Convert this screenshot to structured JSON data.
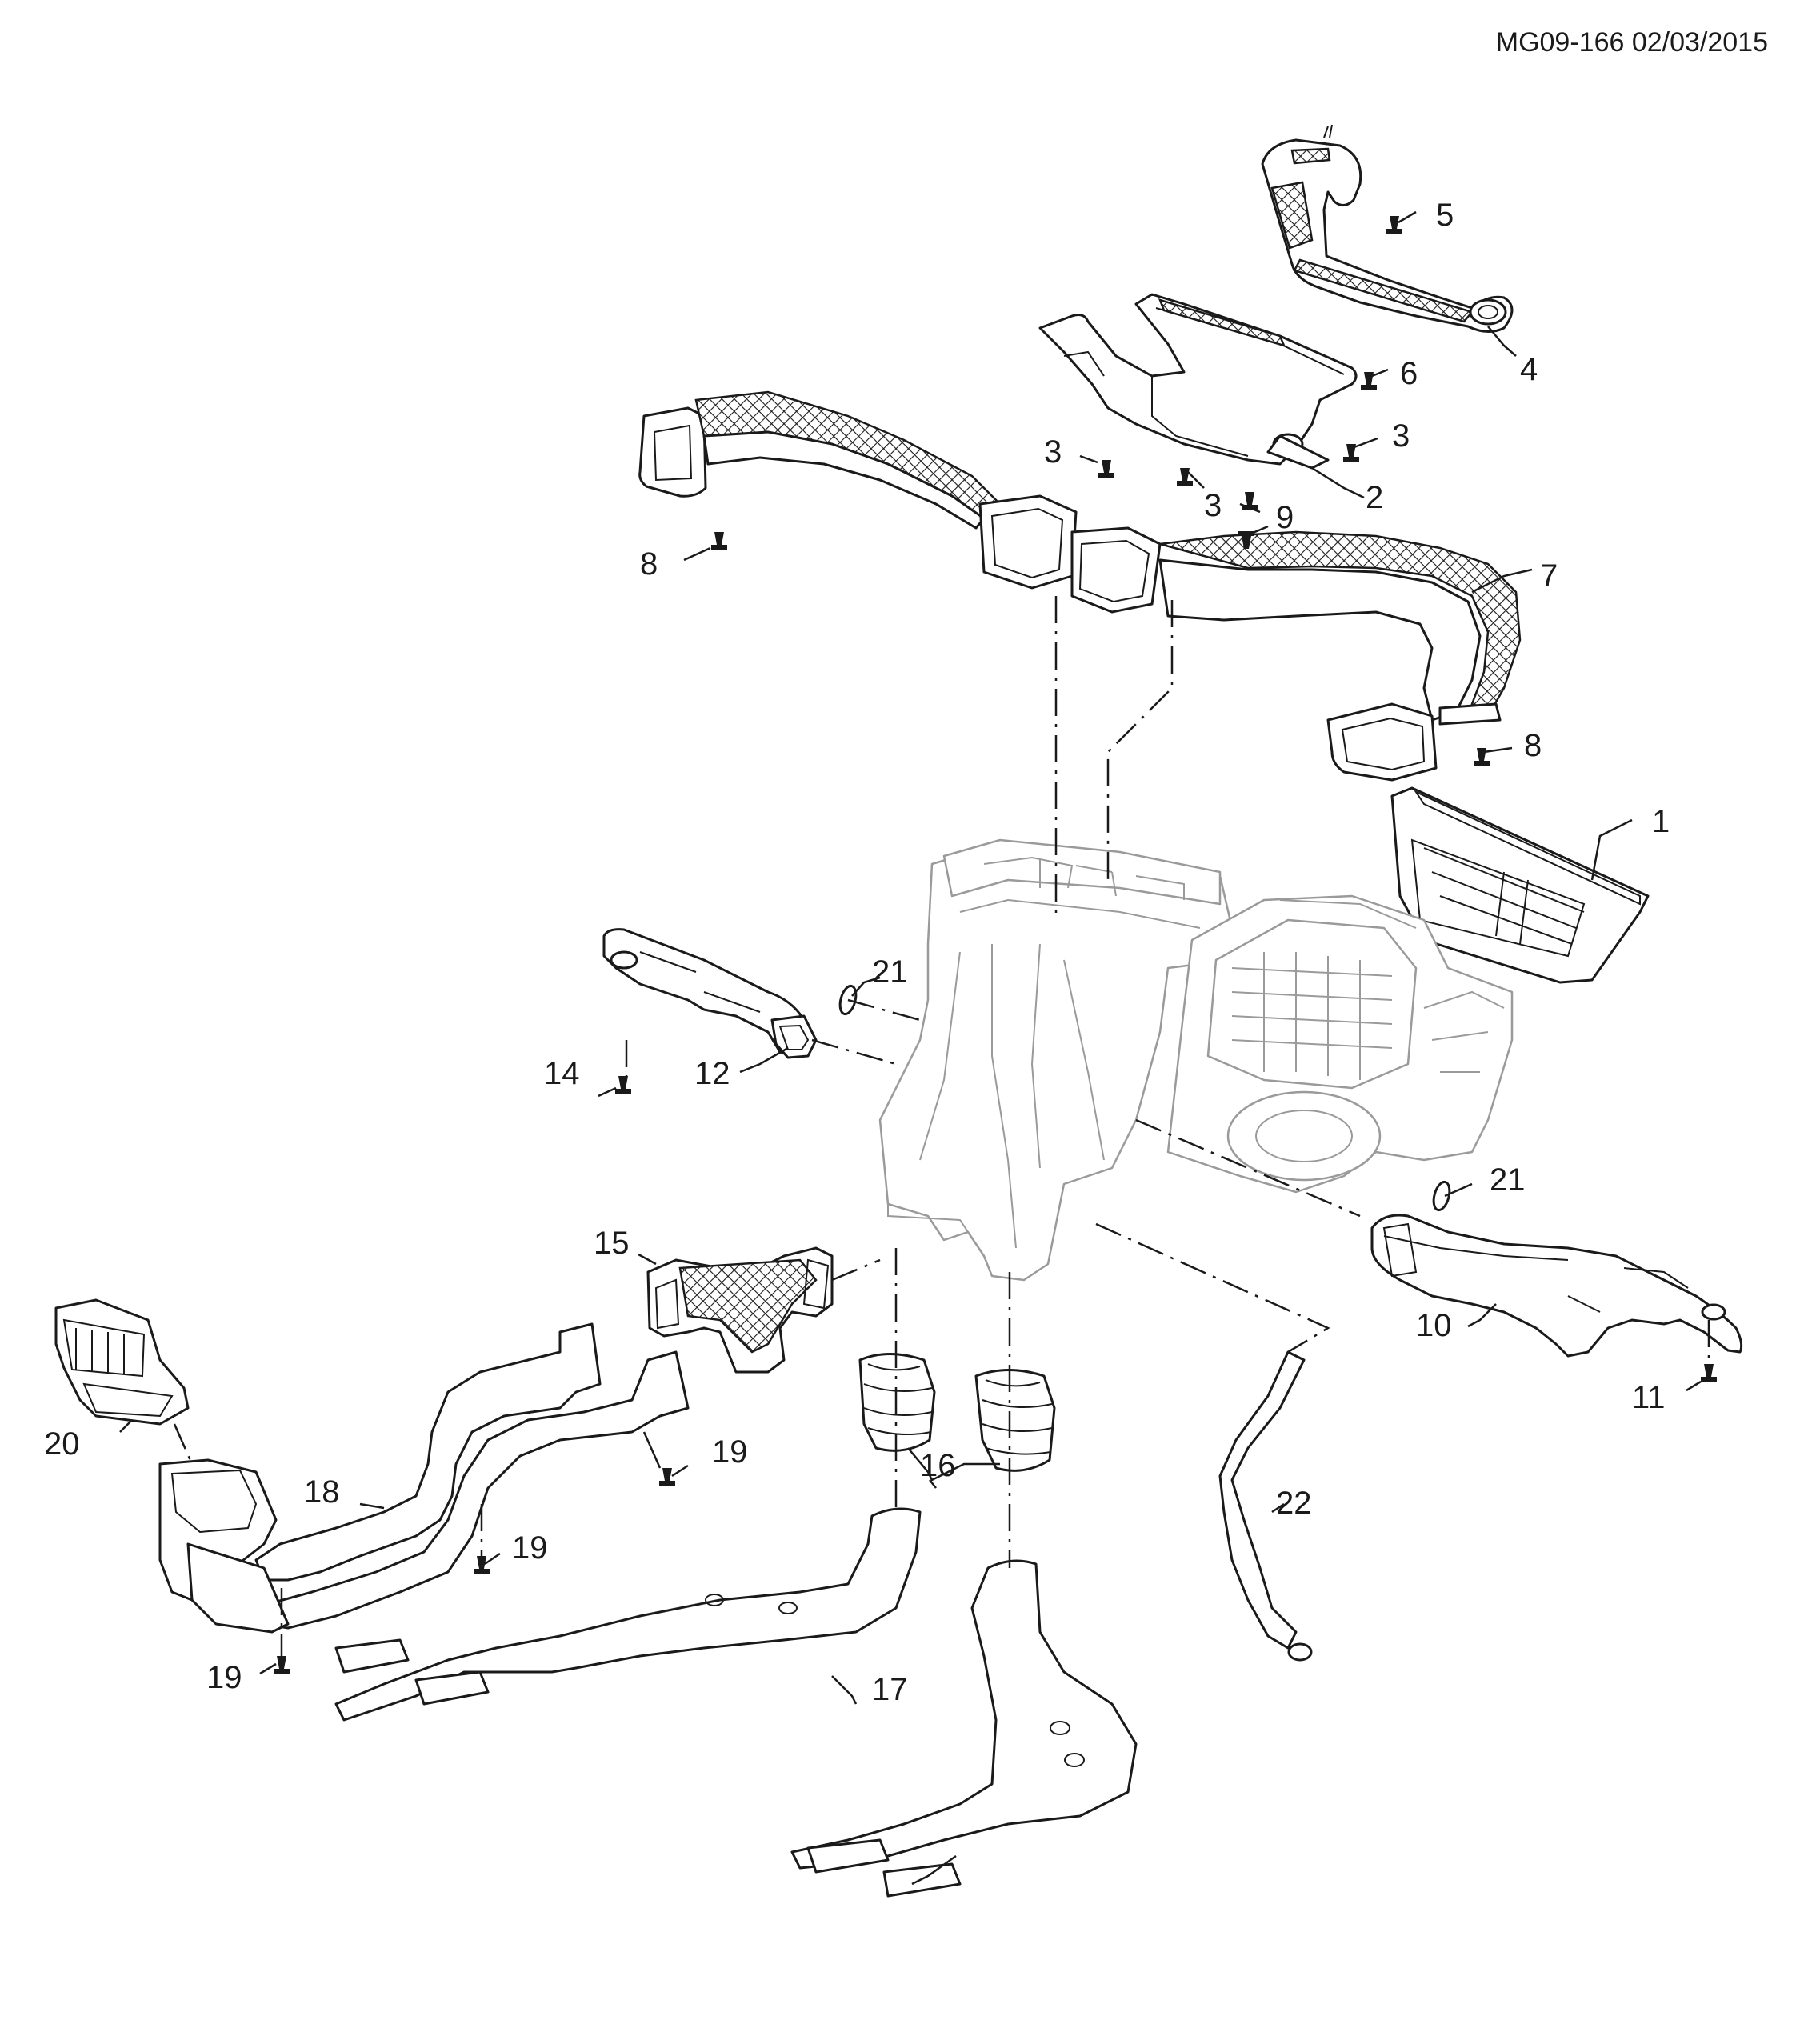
{
  "document": {
    "reference": "MG09-166 02/03/2015"
  },
  "callouts": {
    "c1": "1",
    "c2": "2",
    "c3a": "3",
    "c3b": "3",
    "c3c": "3",
    "c4": "4",
    "c5": "5",
    "c6": "6",
    "c7": "7",
    "c8a": "8",
    "c8b": "8",
    "c9": "9",
    "c10": "10",
    "c11": "11",
    "c12": "12",
    "c14": "14",
    "c15": "15",
    "c16": "16",
    "c17": "17",
    "c18": "18",
    "c19a": "19",
    "c19b": "19",
    "c19c": "19",
    "c20": "20",
    "c21a": "21",
    "c21b": "21",
    "c22": "22"
  },
  "colors": {
    "line": "#1a1a1a",
    "light_line": "#9a9a9a",
    "background": "#ffffff"
  }
}
